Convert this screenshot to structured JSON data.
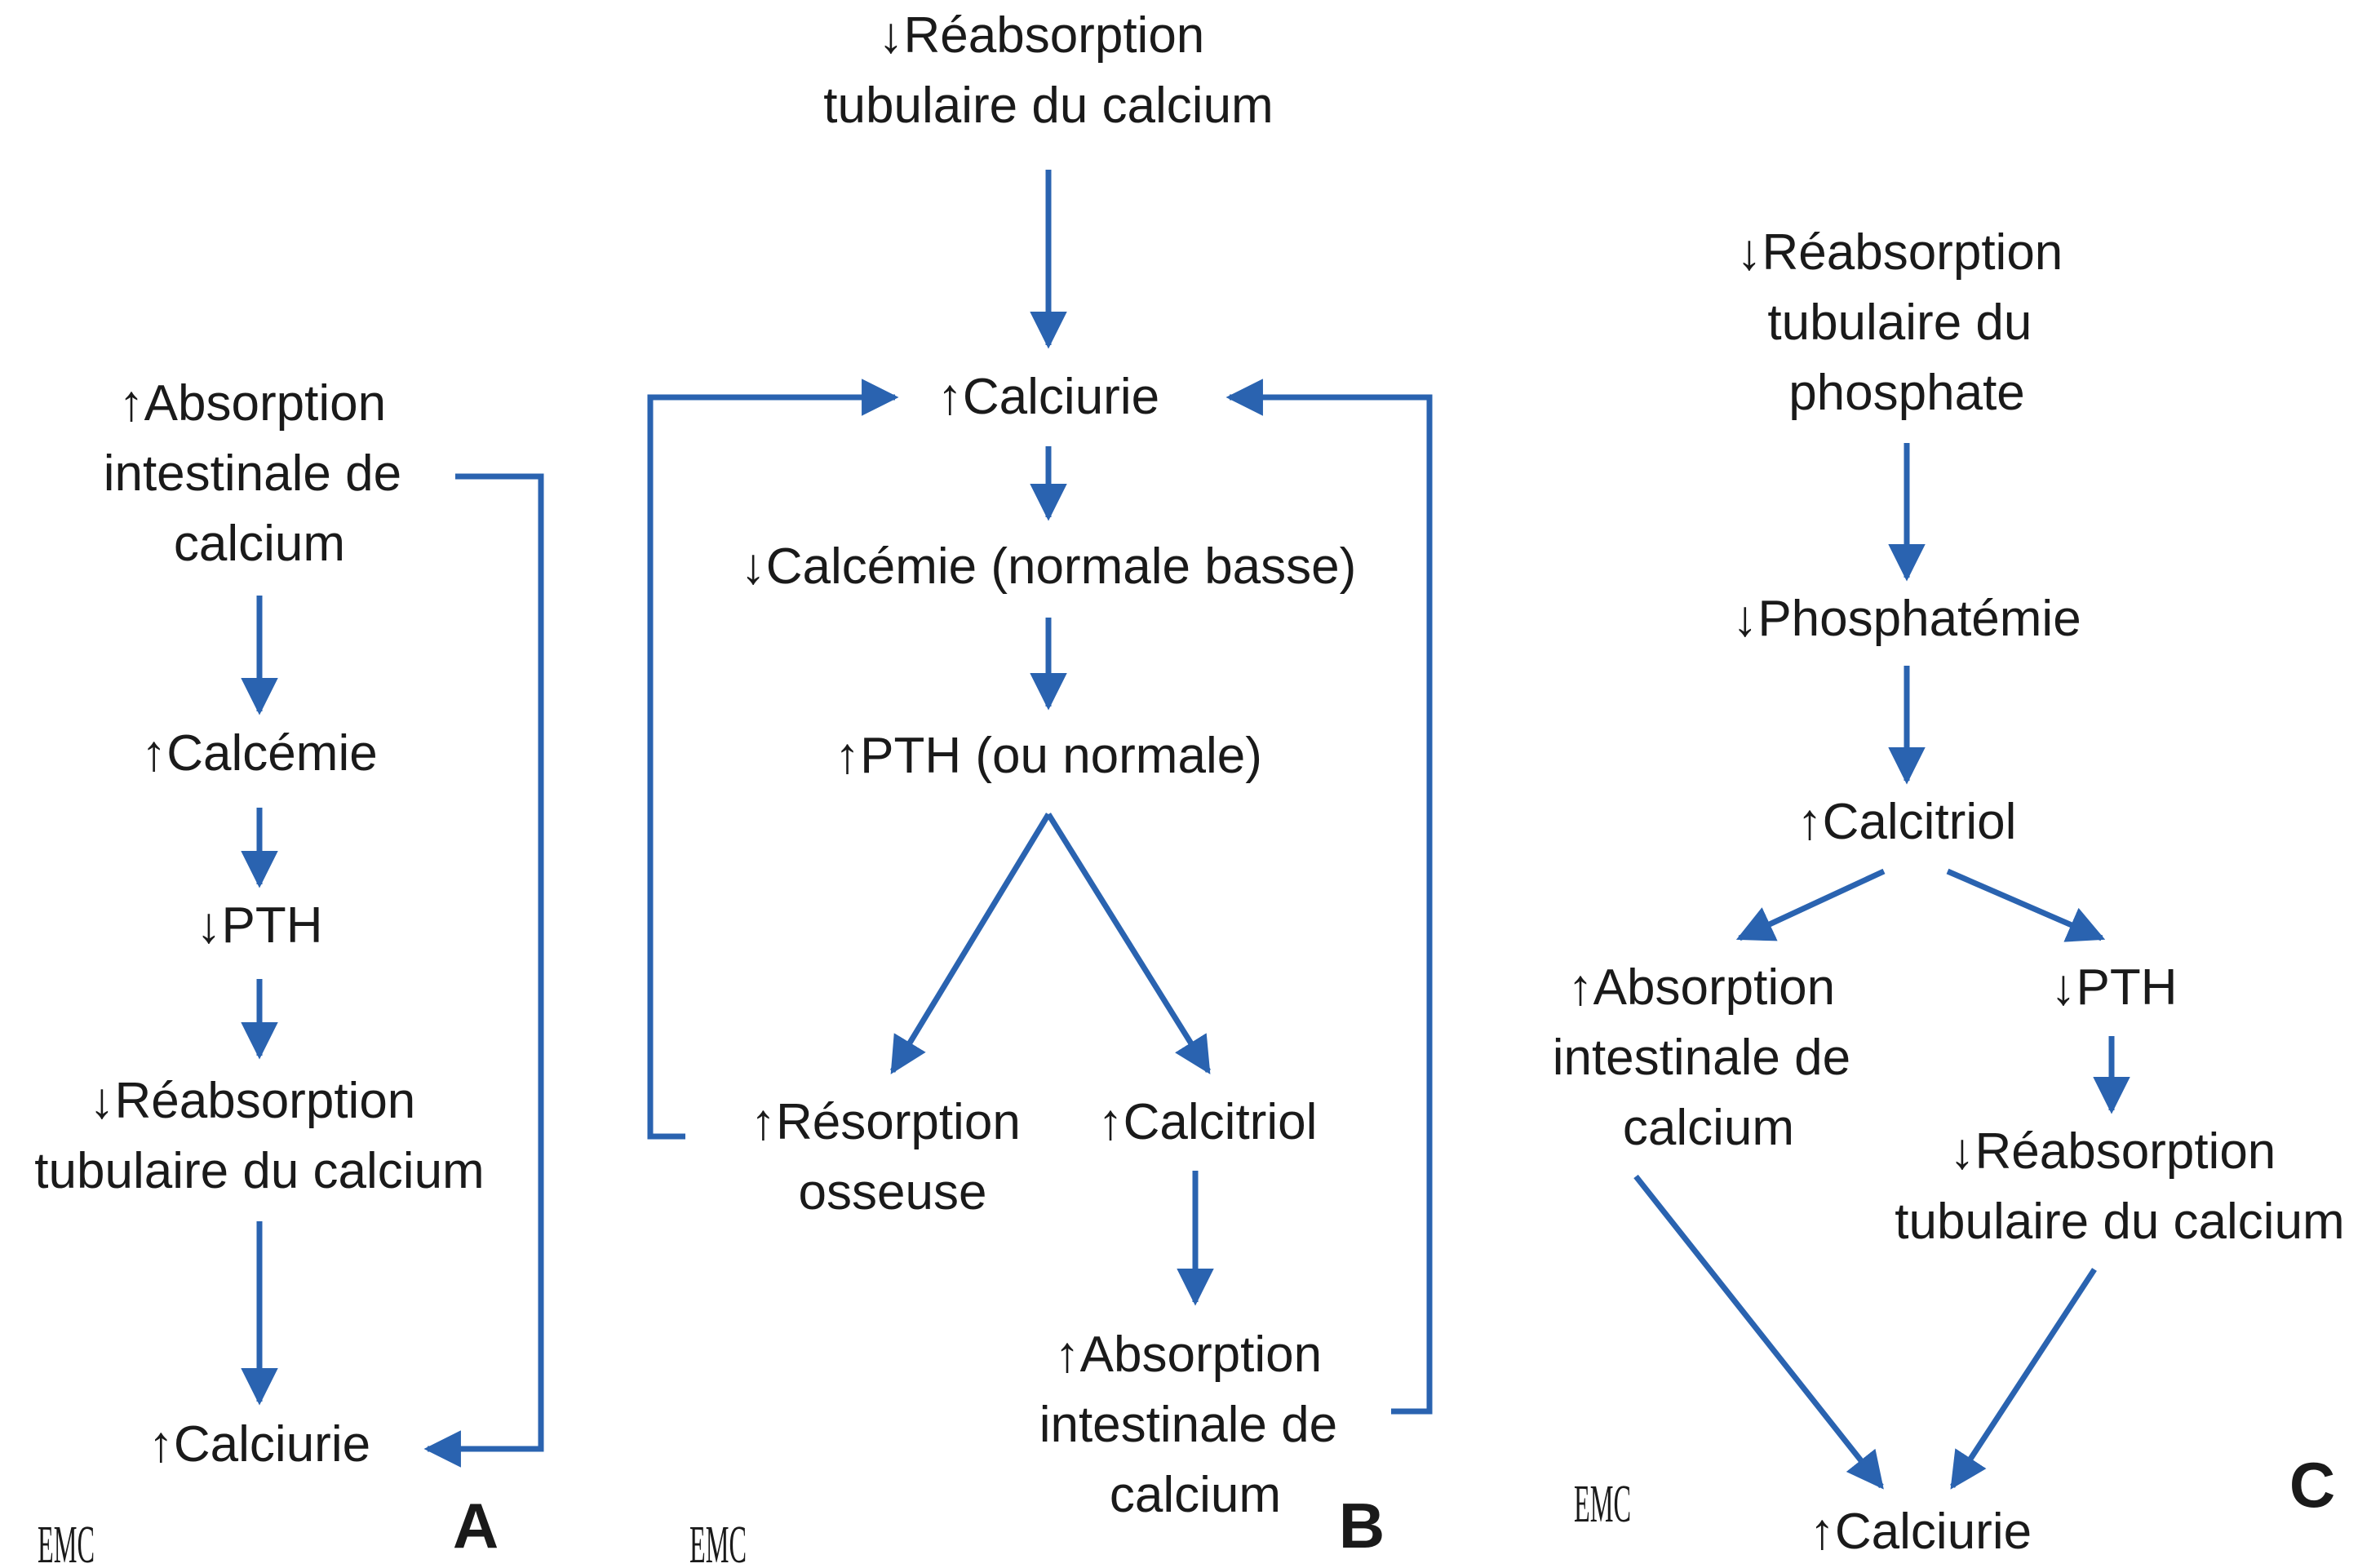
{
  "colors": {
    "arrow": "#2a63b0",
    "text": "#1a1a1a",
    "background": "#ffffff"
  },
  "logo_text": "EMC",
  "panels": {
    "A": {
      "label": "A",
      "nodes": {
        "absorption": [
          "↑Absorption",
          "intestinale de",
          "calcium"
        ],
        "calcemie": [
          "↑Calcémie"
        ],
        "pth": [
          "↓PTH"
        ],
        "reabsorption": [
          "↓Réabsorption",
          "tubulaire du calcium"
        ],
        "calciurie": [
          "↑Calciurie"
        ]
      }
    },
    "B": {
      "label": "B",
      "nodes": {
        "reabsorption": [
          "↓Réabsorption",
          "tubulaire du calcium"
        ],
        "calciurie": [
          "↑Calciurie"
        ],
        "calcemie": [
          "↓Calcémie (normale basse)"
        ],
        "pth": [
          "↑PTH (ou normale)"
        ],
        "resorption": [
          "↑Résorption",
          "osseuse"
        ],
        "calcitriol": [
          "↑Calcitriol"
        ],
        "absorption": [
          "↑Absorption",
          "intestinale de",
          "calcium"
        ]
      }
    },
    "C": {
      "label": "C",
      "nodes": {
        "reabsorption_phosphate": [
          "↓Réabsorption",
          "tubulaire du",
          "phosphate"
        ],
        "phosphatemie": [
          "↓Phosphatémie"
        ],
        "calcitriol": [
          "↑Calcitriol"
        ],
        "absorption": [
          "↑Absorption",
          "intestinale de",
          "calcium"
        ],
        "pth": [
          "↓PTH"
        ],
        "reabsorption_calcium": [
          "↓Réabsorption",
          "tubulaire du calcium"
        ],
        "calciurie": [
          "↑Calciurie"
        ]
      }
    }
  }
}
